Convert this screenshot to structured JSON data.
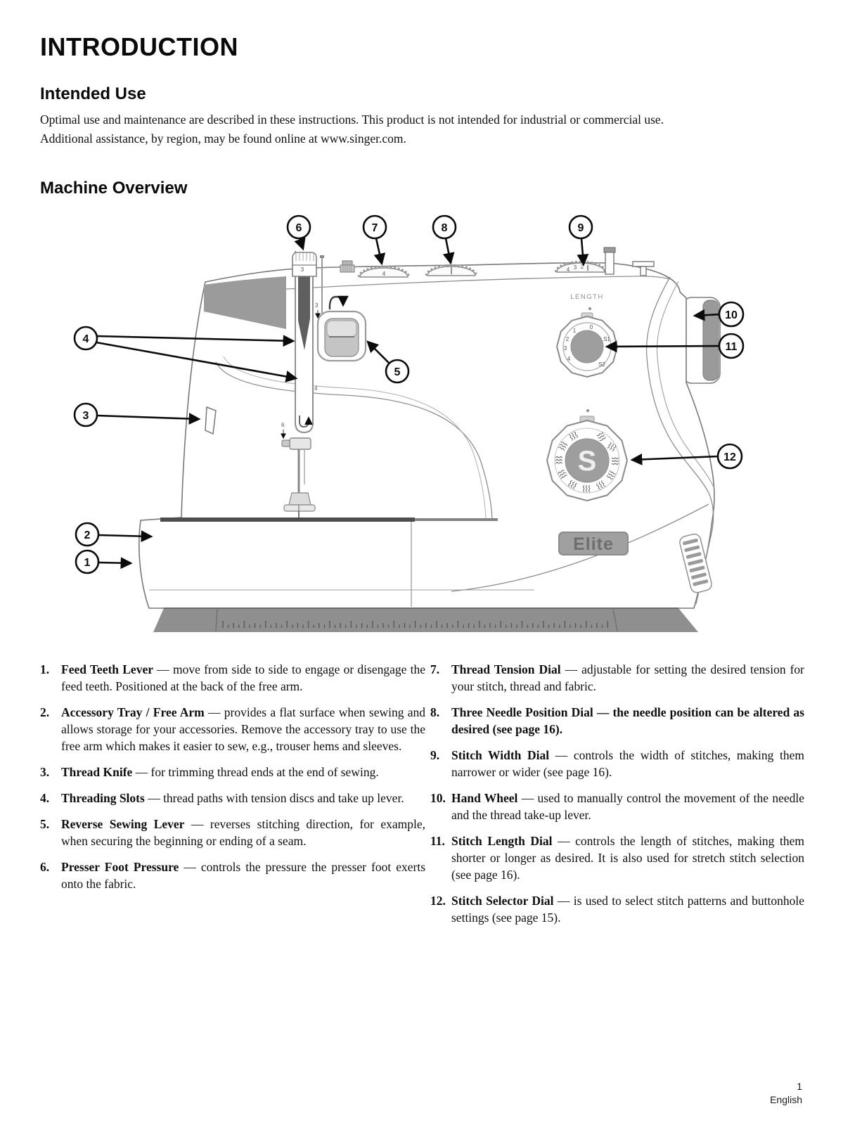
{
  "title": "INTRODUCTION",
  "intended_use": {
    "heading": "Intended Use",
    "lines": [
      "Optimal use and maintenance are described in these instructions. This product is not intended for industrial or commercial use.",
      "Additional assistance, by region, may be found online at www.singer.com."
    ]
  },
  "machine_overview": {
    "heading": "Machine Overview"
  },
  "diagram": {
    "callouts": [
      "1",
      "2",
      "3",
      "4",
      "5",
      "6",
      "7",
      "8",
      "9",
      "10",
      "11",
      "12"
    ],
    "length_label": "LENGTH",
    "brand_badge": "Elite",
    "selector_letter": "S",
    "markings": {
      "pressure_knob": "3",
      "threading_slot_upper": "3",
      "threading_slot_lower": "4",
      "threading_slot_bottom": "6",
      "tension_dial": "4",
      "width_dial": [
        "4",
        "3",
        "2"
      ],
      "length_dial": [
        "0",
        "1",
        "2",
        "3",
        "4",
        "S1",
        "S2"
      ]
    }
  },
  "legend": {
    "left": [
      {
        "num": "1.",
        "term": "Feed Teeth Lever",
        "desc": " — move from side to side to engage or disengage the feed teeth. Positioned at the back of the free arm."
      },
      {
        "num": "2.",
        "term": "Accessory Tray / Free Arm",
        "desc": " — provides a flat surface when sewing and allows storage for your accessories. Remove the accessory tray to use the free arm which makes it easier to sew, e.g., trouser hems and sleeves."
      },
      {
        "num": "3.",
        "term": "Thread Knife",
        "desc": " — for trimming thread ends at the end of sewing."
      },
      {
        "num": "4.",
        "term": "Threading Slots",
        "desc": " — thread paths with tension discs and take up lever."
      },
      {
        "num": "5.",
        "term": "Reverse Sewing Lever",
        "desc": " — reverses stitching direction, for example, when securing the beginning or ending of a seam."
      },
      {
        "num": "6.",
        "term": "Presser Foot Pressure",
        "desc": " — controls the pressure the presser foot exerts onto the fabric."
      }
    ],
    "right": [
      {
        "num": "7.",
        "term": "Thread Tension Dial",
        "desc": " — adjustable for setting the desired tension for your stitch, thread and fabric."
      },
      {
        "num": "8.",
        "term": "Three Needle Position Dial — the needle position can be altered as desired (see page 16).",
        "desc": ""
      },
      {
        "num": "9.",
        "term": "Stitch Width Dial",
        "desc": " — controls the width of stitches, making them narrower or wider (see page 16)."
      },
      {
        "num": "10.",
        "term": "Hand Wheel",
        "desc": " — used to manually control the movement of the needle and the thread take-up lever."
      },
      {
        "num": "11.",
        "term": "Stitch Length Dial",
        "desc": " — controls the length of stitches, making them shorter or longer as desired. It is also used for stretch stitch selection (see page 16)."
      },
      {
        "num": "12.",
        "term": "Stitch Selector Dial",
        "desc": " — is used to select stitch patterns and buttonhole settings (see page 15)."
      }
    ]
  },
  "footer": {
    "page_number": "1",
    "language": "English"
  }
}
